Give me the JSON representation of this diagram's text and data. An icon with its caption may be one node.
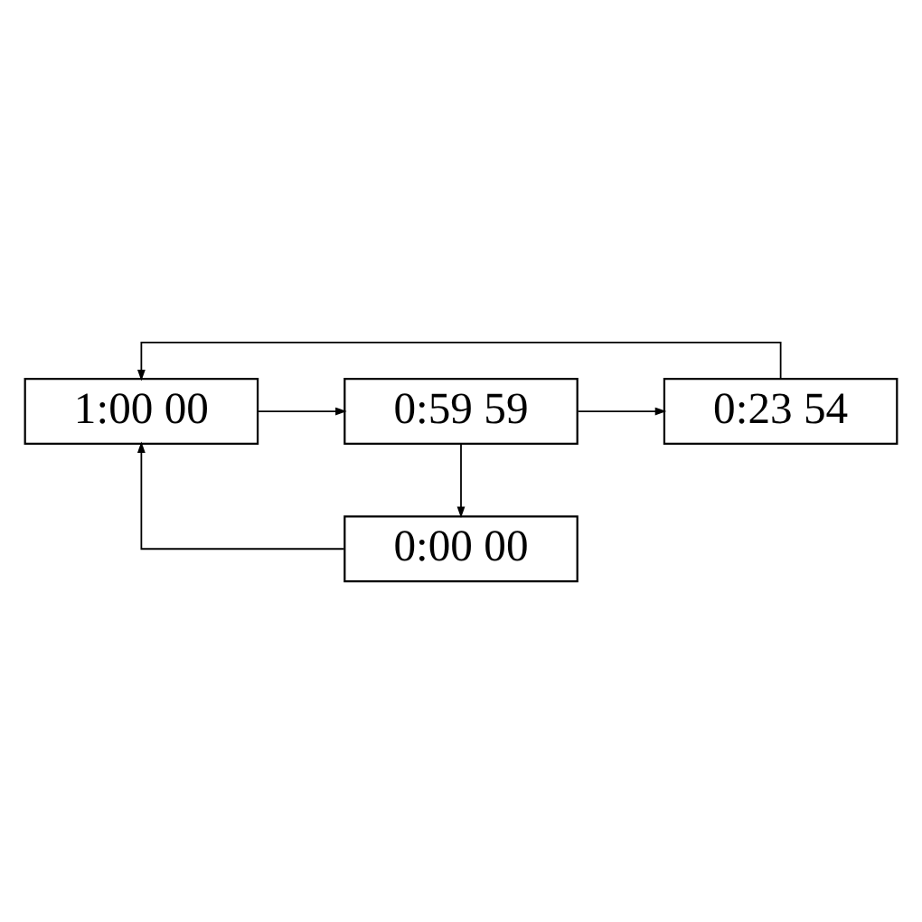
{
  "diagram": {
    "nodes": [
      {
        "text": [
          "1:00 00"
        ]
      },
      {
        "text": [
          "0:59 59"
        ]
      },
      {
        "text": [
          "0:23 54"
        ]
      },
      {
        "text": [
          "0:00 00"
        ]
      }
    ],
    "edges": [
      {
        "from": 0,
        "to": 1,
        "arrow": "to"
      },
      {
        "from": 1,
        "to": 2,
        "arrow": "to"
      },
      {
        "from": 2,
        "to": 0,
        "arrow": "to"
      },
      {
        "from": 1,
        "to": 3,
        "arrow": "to"
      },
      {
        "from": 3,
        "to": 0,
        "arrow": "to"
      }
    ]
  }
}
